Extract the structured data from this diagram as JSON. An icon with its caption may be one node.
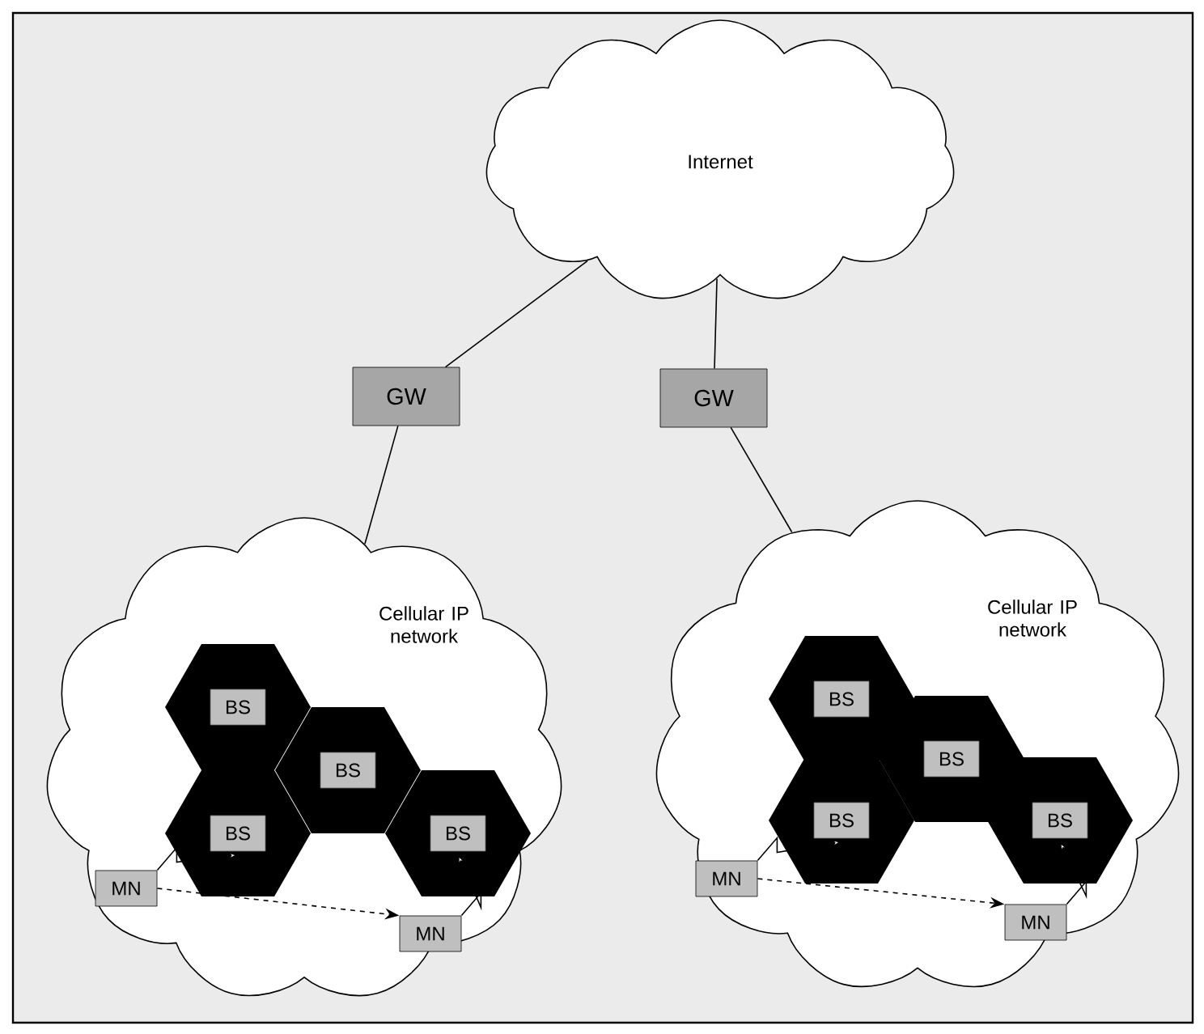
{
  "diagram": {
    "nodes": [
      {
        "text": [
          "Internet"
        ]
      },
      {
        "text": [
          "GW"
        ]
      },
      {
        "text": [
          "GW"
        ]
      },
      {
        "text": [
          "Cellular IP network"
        ]
      },
      {
        "text": [
          "BS"
        ],
        "in": 3
      },
      {
        "text": [
          "BS"
        ],
        "in": 3
      },
      {
        "text": [
          "BS"
        ],
        "in": 3
      },
      {
        "text": [
          "BS"
        ],
        "in": 3
      },
      {
        "text": [
          "MN"
        ],
        "in": 3
      },
      {
        "text": [
          "MN"
        ],
        "in": 3
      },
      {
        "text": [
          "Cellular IP network"
        ]
      },
      {
        "text": [
          "BS"
        ],
        "in": 10
      },
      {
        "text": [
          "BS"
        ],
        "in": 10
      },
      {
        "text": [
          "BS"
        ],
        "in": 10
      },
      {
        "text": [
          "BS"
        ],
        "in": 10
      },
      {
        "text": [
          "MN"
        ],
        "in": 10
      },
      {
        "text": [
          "MN"
        ],
        "in": 10
      }
    ],
    "edges": [
      {
        "from": 0,
        "to": 1,
        "arrow": "none"
      },
      {
        "from": 1,
        "to": 3,
        "arrow": "none"
      },
      {
        "from": 0,
        "to": 2,
        "arrow": "none"
      },
      {
        "from": 2,
        "to": 10,
        "arrow": "none"
      },
      {
        "from": 8,
        "to": 6,
        "arrow": "to"
      },
      {
        "from": 9,
        "to": 7,
        "arrow": "to"
      },
      {
        "from": 8,
        "to": 9,
        "arrow": "to",
        "style": "dashed"
      },
      {
        "from": 15,
        "to": 13,
        "arrow": "to"
      },
      {
        "from": 16,
        "to": 14,
        "arrow": "to"
      },
      {
        "from": 15,
        "to": 16,
        "arrow": "to",
        "style": "dashed"
      }
    ]
  }
}
